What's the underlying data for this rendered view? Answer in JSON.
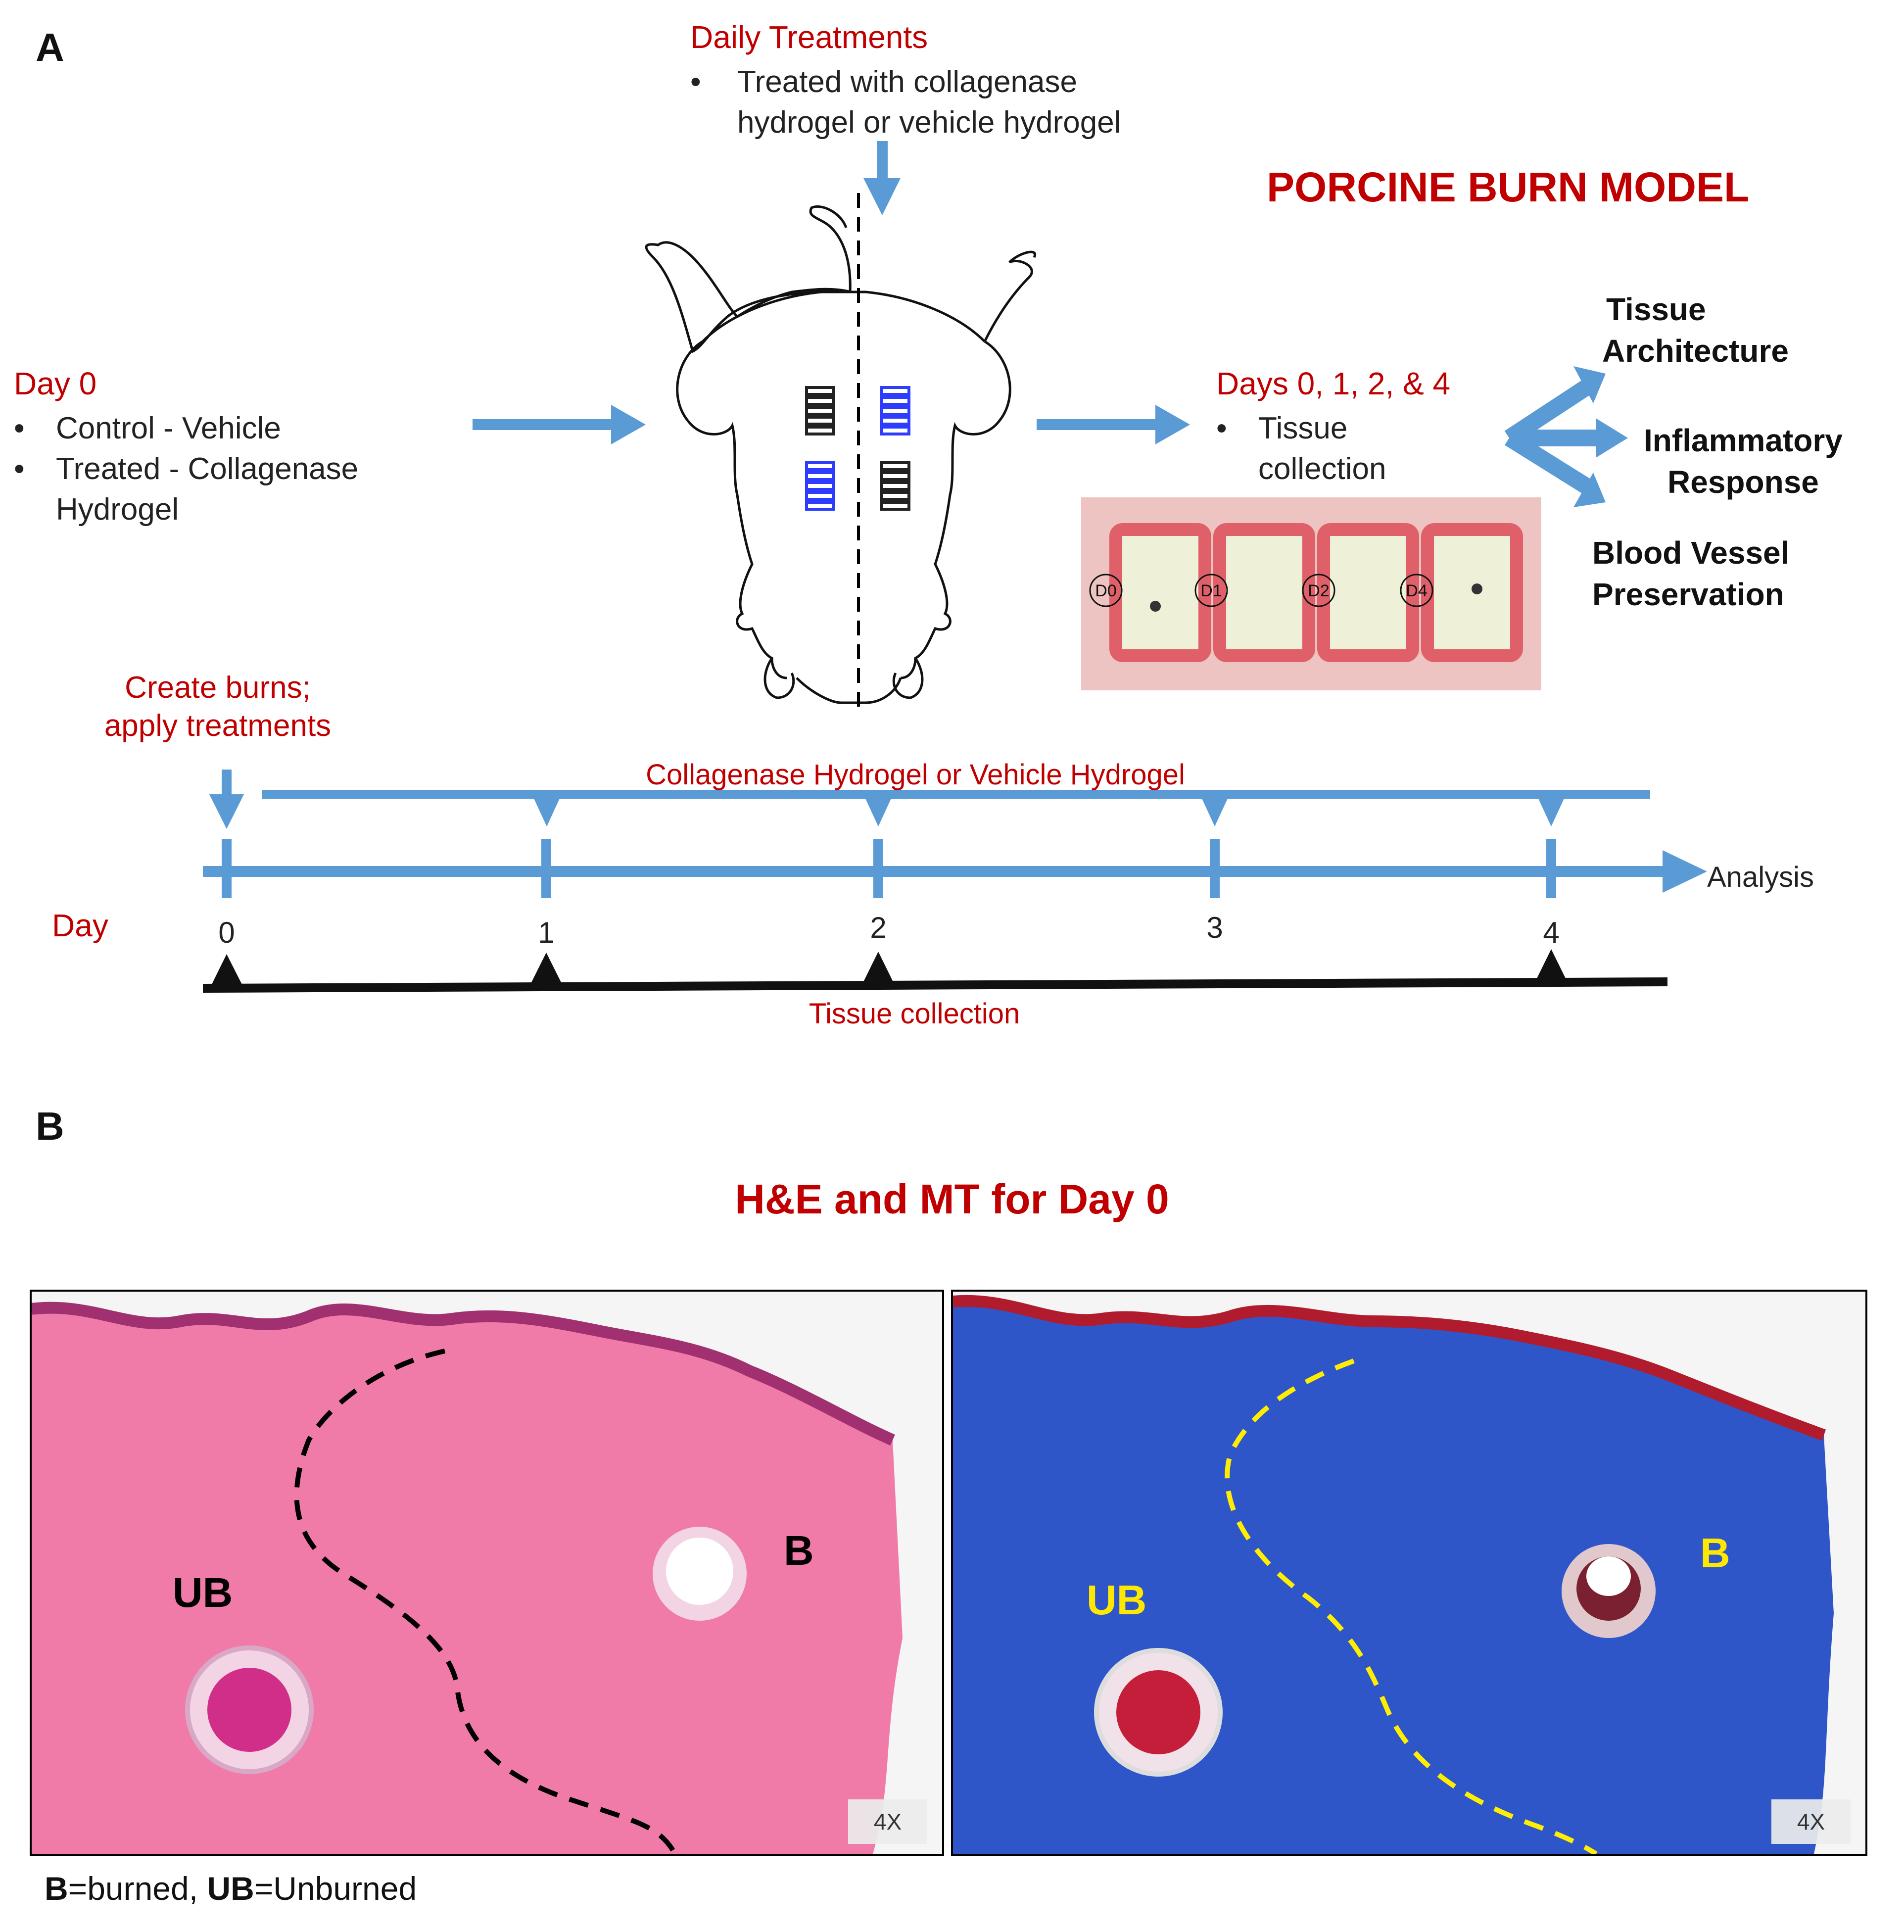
{
  "panel_a": {
    "label": "A",
    "title": "PORCINE BURN MODEL",
    "daily_treatments": {
      "heading": "Daily Treatments",
      "bullet_line1": "Treated with collagenase",
      "bullet_line2": "hydrogel or vehicle hydrogel"
    },
    "day0": {
      "heading": "Day 0",
      "item1": "Control - Vehicle",
      "item2_line1": "Treated - Collagenase",
      "item2_line2": "Hydrogel"
    },
    "collection": {
      "heading": "Days 0, 1, 2, & 4",
      "line1": "Tissue",
      "line2": "collection"
    },
    "wound_labels": [
      "D0",
      "D1",
      "D2",
      "D4"
    ],
    "outcomes": {
      "o1_line1": "Tissue",
      "o1_line2": "Architecture",
      "o2_line1": "Inflammatory",
      "o2_line2": "Response",
      "o3_line1": "Blood Vessel",
      "o3_line2": "Preservation"
    },
    "timeline": {
      "create_line1": "Create burns;",
      "create_line2": "apply treatments",
      "treatment_bar_label": "Collagenase  Hydrogel  or  Vehicle Hydrogel",
      "day_label": "Day",
      "days": [
        "0",
        "1",
        "2",
        "3",
        "4"
      ],
      "analysis_label": "Analysis",
      "collection_label": "Tissue collection"
    },
    "colors": {
      "arrow_blue": "#5b9bd5",
      "red_text": "#c00000",
      "blue_bars": "#2e3cff",
      "black_bars": "#222222"
    }
  },
  "panel_b": {
    "label": "B",
    "title": "H&E and MT for Day 0",
    "he_labels": {
      "ub": "UB",
      "b": "B",
      "mag": "4X"
    },
    "mt_labels": {
      "ub": "UB",
      "b": "B",
      "mag": "4X"
    },
    "legend": {
      "b_key": "B",
      "b_text": "=burned, ",
      "ub_key": "UB",
      "ub_text": "=Unburned"
    },
    "colors": {
      "he_stain": "#f07aa8",
      "mt_stain": "#2f56c8",
      "mt_line": "#ffee00"
    }
  }
}
